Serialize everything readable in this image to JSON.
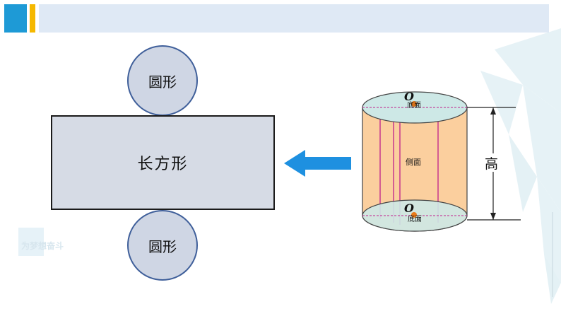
{
  "net": {
    "top_circle_label": "圆形",
    "rectangle_label": "长方形",
    "bottom_circle_label": "圆形"
  },
  "cylinder": {
    "top_center_letter": "O",
    "top_base_label": "底面",
    "lateral_label": "侧面",
    "bottom_center_letter": "O",
    "bottom_base_label": "底面",
    "height_label": "高"
  },
  "watermark": {
    "text": "为梦想奋斗"
  },
  "colors": {
    "header_blue": "#1e9ad6",
    "header_yellow": "#f5b800",
    "header_bar": "#dfe9f5",
    "arrow_blue": "#1e90e0",
    "cylinder_side": "#fbcf9e",
    "cylinder_base": "#cde8e6",
    "generator_lines": "#c0208c",
    "center_dot": "#e87a1a"
  }
}
